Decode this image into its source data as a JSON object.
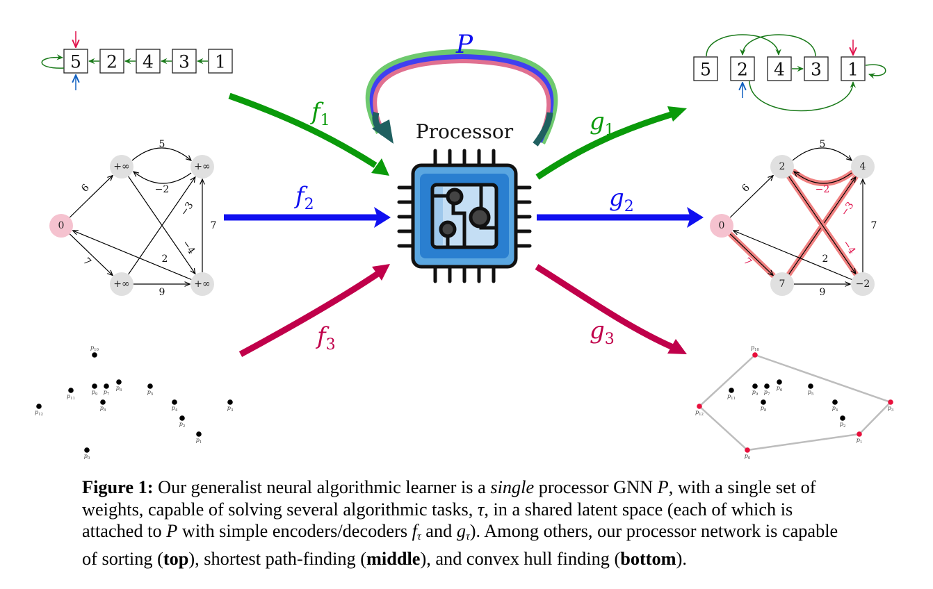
{
  "figure": {
    "colors": {
      "green": "#0a9a0a",
      "blue": "#1010f0",
      "crimson": "#c0004a",
      "teal": "#206060",
      "pink_node": "#f5c2cf",
      "gray_node": "#e0e0e0",
      "highlight": "#f08080",
      "hull": "#bdbdbd",
      "hull_point": "#e8103c",
      "list_green": "#1a7a1a",
      "pointer_red": "#e0104a",
      "pointer_blue": "#1060c0",
      "chip_outer": "#5aa6e0",
      "chip_inner": "#2a7fd0",
      "chip_core": "#c4def4"
    },
    "processor": {
      "label": "Processor",
      "loop_label": "P"
    },
    "encoders": [
      {
        "name": "f",
        "sub": "1",
        "color": "green"
      },
      {
        "name": "f",
        "sub": "2",
        "color": "blue"
      },
      {
        "name": "f",
        "sub": "3",
        "color": "crimson"
      }
    ],
    "decoders": [
      {
        "name": "g",
        "sub": "1",
        "color": "green"
      },
      {
        "name": "g",
        "sub": "2",
        "color": "blue"
      },
      {
        "name": "g",
        "sub": "3",
        "color": "crimson"
      }
    ],
    "sorting_input": {
      "values": [
        "5",
        "2",
        "4",
        "3",
        "1"
      ]
    },
    "sorting_output": {
      "values": [
        "5",
        "2",
        "4",
        "3",
        "1"
      ]
    },
    "graph_input": {
      "nodes": [
        "0",
        "+∞",
        "+∞",
        "+∞",
        "+∞"
      ],
      "edge_labels": {
        "s_a": "6",
        "s_c": "7",
        "a_b": "5",
        "b_a": "−2",
        "c_b": "−3",
        "a_d": "−4",
        "d_s": "2",
        "c_d": "9",
        "d_b": "7"
      }
    },
    "graph_output": {
      "nodes": [
        "0",
        "2",
        "4",
        "7",
        "−2"
      ],
      "edge_labels": {
        "s_a": "6",
        "s_c": "7",
        "a_b": "5",
        "b_a": "−2",
        "c_b": "−3",
        "a_d": "−4",
        "d_s": "2",
        "c_d": "9",
        "d_b": "7"
      }
    },
    "points": {
      "labels": [
        "p0",
        "p1",
        "p2",
        "p3",
        "p4",
        "p5",
        "p6",
        "p7",
        "p8",
        "p9",
        "p10",
        "p11",
        "p12"
      ],
      "hull_order": [
        "p10",
        "p3",
        "p1",
        "p0",
        "p12"
      ]
    }
  },
  "caption": {
    "label": "Figure 1:",
    "t1": " Our generalist neural algorithmic learner is a ",
    "t1_em": "single",
    "t2": " processor GNN ",
    "P": "P",
    "t3": ", with a single set of weights, capable of solving several algorithmic tasks, ",
    "tau": "τ",
    "t4": ", in a shared latent space (each of which is attached to ",
    "t5": " with simple encoders/decoders ",
    "f": "f",
    "g": "g",
    "t6": " and ",
    "t7": "). Among others, our processor network is capable of sorting (",
    "top": "top",
    "t8": "), shortest path-finding (",
    "middle": "middle",
    "t9": "), and convex hull finding (",
    "bottom": "bottom",
    "t10": ")."
  }
}
